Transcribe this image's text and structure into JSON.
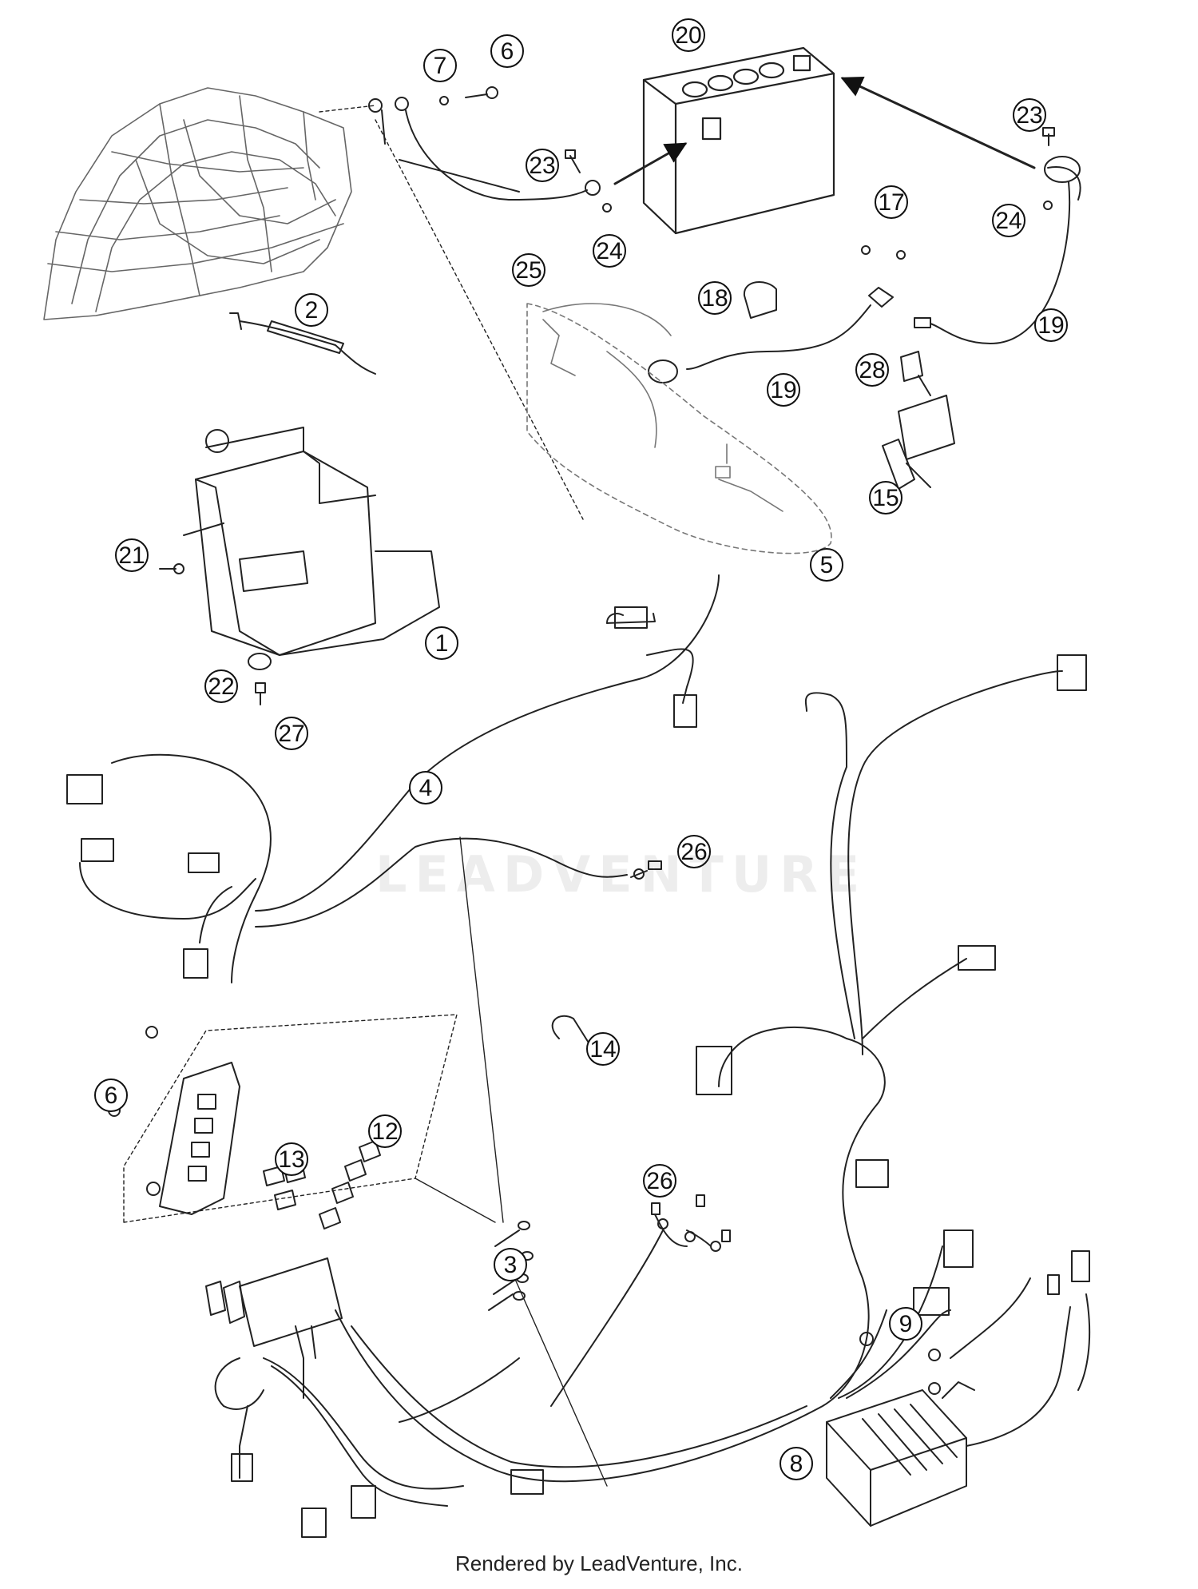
{
  "callouts": [
    {
      "n": "1"
    },
    {
      "n": "2"
    },
    {
      "n": "3"
    },
    {
      "n": "4"
    },
    {
      "n": "5"
    },
    {
      "n": "6"
    },
    {
      "n": "6"
    },
    {
      "n": "7"
    },
    {
      "n": "8"
    },
    {
      "n": "9"
    },
    {
      "n": "12"
    },
    {
      "n": "13"
    },
    {
      "n": "14"
    },
    {
      "n": "15"
    },
    {
      "n": "17"
    },
    {
      "n": "18"
    },
    {
      "n": "19"
    },
    {
      "n": "19"
    },
    {
      "n": "20"
    },
    {
      "n": "21"
    },
    {
      "n": "22"
    },
    {
      "n": "23"
    },
    {
      "n": "23"
    },
    {
      "n": "24"
    },
    {
      "n": "24"
    },
    {
      "n": "25"
    },
    {
      "n": "26"
    },
    {
      "n": "26"
    },
    {
      "n": "27"
    },
    {
      "n": "28"
    }
  ],
  "watermark": "LEADVENTURE",
  "footer": "Rendered by LeadVenture, Inc.",
  "colors": {
    "line": "#222222",
    "background": "#ffffff",
    "watermark": "#e6e6e6"
  }
}
